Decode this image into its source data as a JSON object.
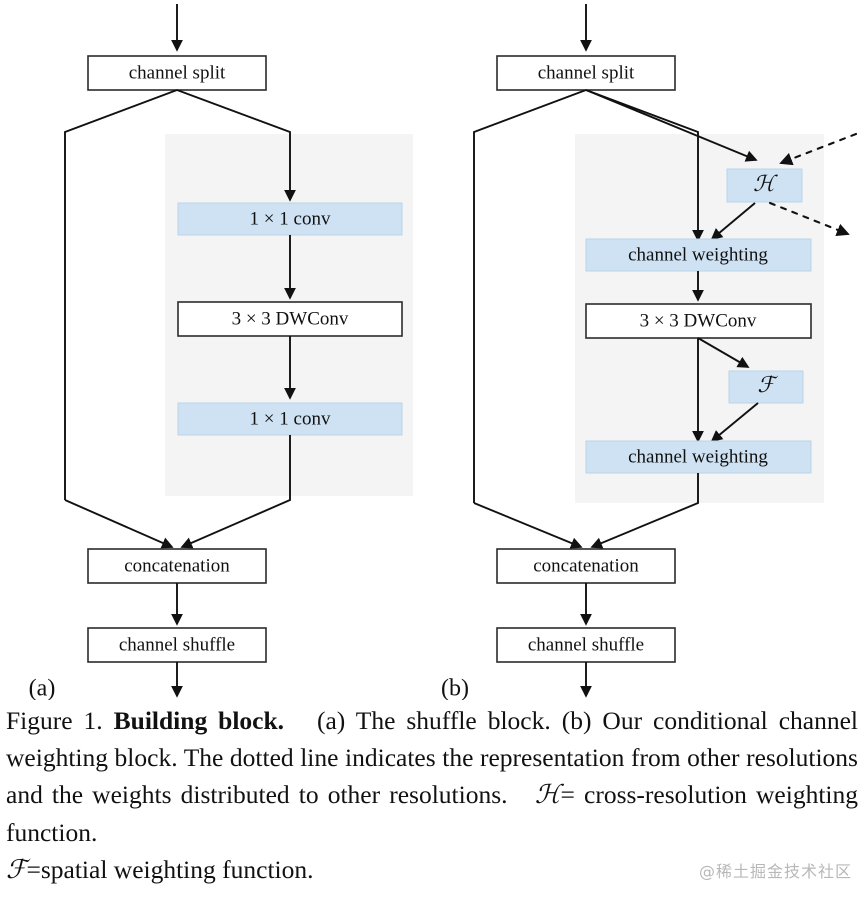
{
  "figure": {
    "panels": [
      {
        "label": "(a)",
        "name": "shuffle-block",
        "nodes": [
          {
            "id": "a-split",
            "text": "channel split",
            "style": "plain"
          },
          {
            "id": "a-conv1",
            "text": "1 × 1 conv",
            "style": "blue"
          },
          {
            "id": "a-dwconv",
            "text": "3 × 3 DWConv",
            "style": "plain"
          },
          {
            "id": "a-conv2",
            "text": "1 × 1 conv",
            "style": "blue"
          },
          {
            "id": "a-concat",
            "text": "concatenation",
            "style": "plain"
          },
          {
            "id": "a-shuffle",
            "text": "channel shuffle",
            "style": "plain"
          }
        ]
      },
      {
        "label": "(b)",
        "name": "conditional-channel-weighting-block",
        "nodes": [
          {
            "id": "b-split",
            "text": "channel split",
            "style": "plain"
          },
          {
            "id": "b-h",
            "text": "ℋ",
            "style": "blue-script"
          },
          {
            "id": "b-cw1",
            "text": "channel weighting",
            "style": "blue"
          },
          {
            "id": "b-dwconv",
            "text": "3 × 3 DWConv",
            "style": "plain"
          },
          {
            "id": "b-f",
            "text": "ℱ",
            "style": "blue-script"
          },
          {
            "id": "b-cw2",
            "text": "channel weighting",
            "style": "blue"
          },
          {
            "id": "b-concat",
            "text": "concatenation",
            "style": "plain"
          },
          {
            "id": "b-shuffle",
            "text": "channel shuffle",
            "style": "plain"
          }
        ]
      }
    ],
    "colors": {
      "blue_fill": "#cfe2f3",
      "blue_stroke": "#b9d4ea",
      "gray_band": "#f4f4f4",
      "line": "#111111",
      "box_stroke": "#2b2b2b",
      "watermark": "#b8b8b8"
    }
  },
  "caption": {
    "prefix": "Figure 1.",
    "bold_title": "Building block.",
    "part_a": "(a) The shuffle block.",
    "part_b": "(b) Our conditional channel weighting block. The dotted line indicates the representation from other resolutions and the weights distributed to other resolutions.",
    "h_symbol": "ℋ",
    "h_definition": "= cross-resolution weighting function.",
    "f_symbol": "ℱ",
    "f_definition": "=spatial weighting function."
  },
  "watermark": {
    "text": "@稀土掘金技术社区"
  }
}
